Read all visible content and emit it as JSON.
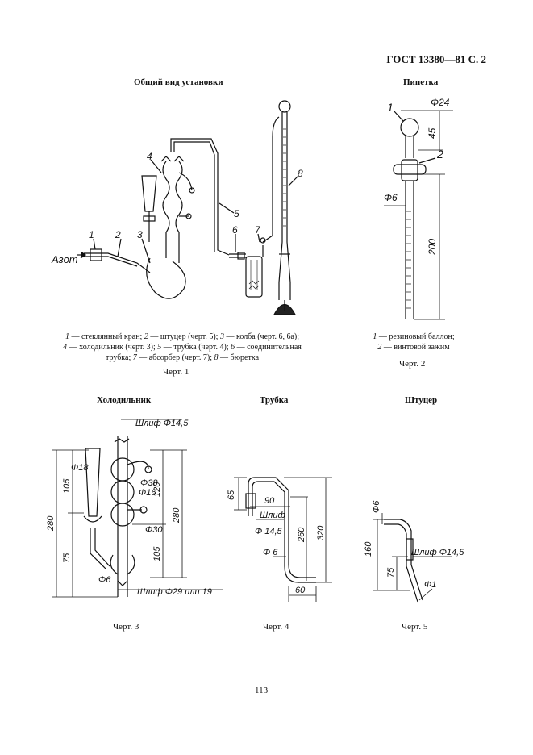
{
  "header": {
    "doc_ref": "ГОСТ 13380—81 С. 2"
  },
  "fig1": {
    "title": "Общий вид установки",
    "caption_lines": [
      [
        "1",
        " — стеклянный кран; ",
        "2",
        " — штуцер (черт. 5); ",
        "3",
        " — колба (черт. 6, 6а);"
      ],
      [
        "4",
        " — холодильник (черт. 3); ",
        "5",
        " — трубка (черт. 4); ",
        "6",
        " — соединительная"
      ],
      [
        "",
        "трубка; ",
        "7",
        " — абсорбер (черт. 7); ",
        "8",
        " — бюретка"
      ]
    ],
    "label": "Черт. 1",
    "callouts": [
      "1",
      "2",
      "3",
      "4",
      "5",
      "6",
      "7",
      "8"
    ],
    "inlet_label": "Азот"
  },
  "fig2": {
    "title": "Пипетка",
    "caption_lines": [
      [
        "1",
        " — резиновый баллон;"
      ],
      [
        "2",
        " — винтовой зажим"
      ]
    ],
    "label": "Черт. 2",
    "dims": {
      "d24": "Φ24",
      "d6": "Φ6",
      "h45": "45",
      "h200": "200"
    },
    "callouts": [
      "1",
      "2"
    ]
  },
  "fig3": {
    "title": "Холодильник",
    "label": "Черт. 3",
    "dims": {
      "grind_top": "Шлиф Φ14,5",
      "d18": "Φ18",
      "d38": "Φ38",
      "d16": "Φ16",
      "d30": "Φ30",
      "d6": "Φ6",
      "grind_bottom": "Шлиф Φ29 или 19",
      "h105a": "105",
      "h280a": "280",
      "h75": "75",
      "h120": "120",
      "h280b": "280",
      "h105b": "105"
    }
  },
  "fig4": {
    "title": "Трубка",
    "label": "Черт. 4",
    "dims": {
      "h65": "65",
      "w90": "90",
      "grind": "Шлиф",
      "d145": "Φ 14,5",
      "d6": "Φ 6",
      "h260": "260",
      "h320": "320",
      "w60": "60"
    }
  },
  "fig5": {
    "title": "Штуцер",
    "label": "Черт. 5",
    "dims": {
      "d6": "Φ6",
      "h160": "160",
      "h75": "75",
      "grind": "Шлиф Φ14,5",
      "d1": "Φ1"
    }
  },
  "footer": {
    "page_number": "113"
  }
}
